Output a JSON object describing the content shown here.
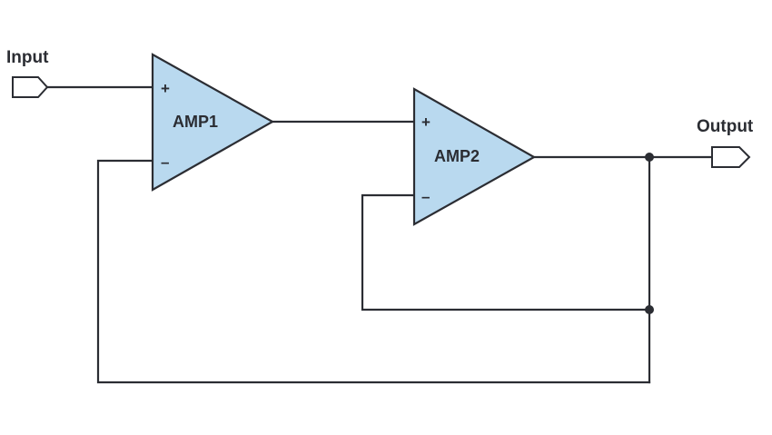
{
  "colors": {
    "line": "#2b2d33",
    "amp_fill": "#b9d9ef",
    "text": "#2b2d33"
  },
  "ports": {
    "input_label": "Input",
    "output_label": "Output"
  },
  "amplifiers": [
    {
      "label": "AMP1",
      "plus": "+",
      "minus": "–"
    },
    {
      "label": "AMP2",
      "plus": "+",
      "minus": "–"
    }
  ]
}
